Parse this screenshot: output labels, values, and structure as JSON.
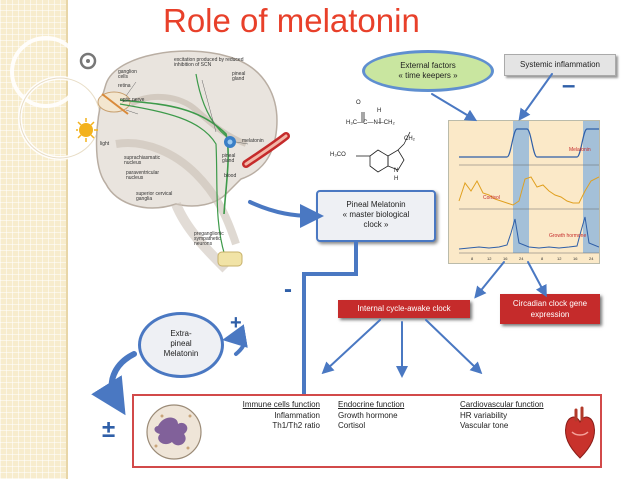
{
  "title": "Role of melatonin",
  "brain": {
    "labels": {
      "ganglion_cells": "ganglion cells",
      "retina": "retina",
      "optic_nerve": "optic nerve",
      "light": "light",
      "excitation": "excitation produced by reduced inhibition of SCN",
      "pineal_gland_top": "pineal gland",
      "melatonin": "melatonin",
      "pineal_gland": "pineal gland",
      "blood": "blood",
      "scn": "suprachiasmatic nucleus",
      "pvn": "paraventricular nucleus",
      "scg": "superior cervical ganglia",
      "preganglionic": "preganglionic sympathetic neurons"
    }
  },
  "external_factors": {
    "line1": "External factors",
    "line2": "« time keepers »"
  },
  "systemic_inflammation": "Systemic inflammation",
  "pineal_melatonin": {
    "line1": "Pineal Melatonin",
    "line2": "« master biological",
    "line3": "clock »"
  },
  "chemical": {
    "h3c_c_n": "H₃C—C—N—CH₂",
    "o": "O",
    "h": "H",
    "ch2": "CH₂",
    "h3co": "H₃CO",
    "nh": "N",
    "nh_h": "H"
  },
  "chart": {
    "series_labels": {
      "melatonin": "Melatonin",
      "cortisol": "Cortisol",
      "growth_hormone": "Growth hormone"
    },
    "x_ticks": [
      "8",
      "12",
      "16",
      "24",
      "8",
      "12",
      "16",
      "24"
    ]
  },
  "internal_clock": "Internal cycle-awake clock",
  "circadian": {
    "line1": "Circadian clock gene",
    "line2": "expression"
  },
  "extra_pineal": {
    "line1": "Extra-",
    "line2": "pineal",
    "line3": "Melatonin"
  },
  "signs": {
    "minus_top": "–",
    "minus_mid": "-",
    "plus": "+",
    "plus_minus": "±"
  },
  "immune": {
    "title": "Immune cells function",
    "item1": "Inflammation",
    "item2": "Th1/Th2 ratio"
  },
  "endocrine": {
    "title": "Endocrine function",
    "item1": "Growth hormone",
    "item2": "Cortisol"
  },
  "cardio": {
    "title": "Cardiovascular function",
    "item1": "HR variability",
    "item2": "Vascular tone"
  },
  "colors": {
    "accent_blue": "#4a78c2",
    "red": "#c52b2b",
    "title_red": "#e8402a",
    "green_oval": "#c9e6a0"
  }
}
